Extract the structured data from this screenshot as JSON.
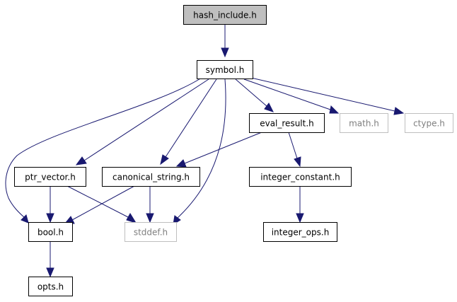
{
  "diagram": {
    "nodes": [
      {
        "id": "hash_include",
        "label": "hash_include.h",
        "kind": "root"
      },
      {
        "id": "symbol",
        "label": "symbol.h",
        "kind": "file"
      },
      {
        "id": "eval_result",
        "label": "eval_result.h",
        "kind": "file"
      },
      {
        "id": "math",
        "label": "math.h",
        "kind": "external"
      },
      {
        "id": "ctype",
        "label": "ctype.h",
        "kind": "external"
      },
      {
        "id": "ptr_vector",
        "label": "ptr_vector.h",
        "kind": "file"
      },
      {
        "id": "canonical_string",
        "label": "canonical_string.h",
        "kind": "file"
      },
      {
        "id": "integer_constant",
        "label": "integer_constant.h",
        "kind": "file"
      },
      {
        "id": "bool",
        "label": "bool.h",
        "kind": "file"
      },
      {
        "id": "stddef",
        "label": "stddef.h",
        "kind": "external"
      },
      {
        "id": "integer_ops",
        "label": "integer_ops.h",
        "kind": "file"
      },
      {
        "id": "opts",
        "label": "opts.h",
        "kind": "file"
      }
    ],
    "edges": [
      {
        "from": "hash_include",
        "to": "symbol"
      },
      {
        "from": "symbol",
        "to": "bool"
      },
      {
        "from": "symbol",
        "to": "ptr_vector"
      },
      {
        "from": "symbol",
        "to": "canonical_string"
      },
      {
        "from": "symbol",
        "to": "stddef"
      },
      {
        "from": "symbol",
        "to": "eval_result"
      },
      {
        "from": "symbol",
        "to": "math"
      },
      {
        "from": "symbol",
        "to": "ctype"
      },
      {
        "from": "eval_result",
        "to": "canonical_string"
      },
      {
        "from": "eval_result",
        "to": "integer_constant"
      },
      {
        "from": "ptr_vector",
        "to": "bool"
      },
      {
        "from": "ptr_vector",
        "to": "stddef"
      },
      {
        "from": "canonical_string",
        "to": "bool"
      },
      {
        "from": "canonical_string",
        "to": "stddef"
      },
      {
        "from": "integer_constant",
        "to": "integer_ops"
      },
      {
        "from": "bool",
        "to": "opts"
      }
    ],
    "colors": {
      "edge": "#191970",
      "node_border": "#000000",
      "external_border": "#bfbfbf",
      "external_text": "#7f7f7f",
      "root_fill": "#bfbfbf"
    }
  }
}
